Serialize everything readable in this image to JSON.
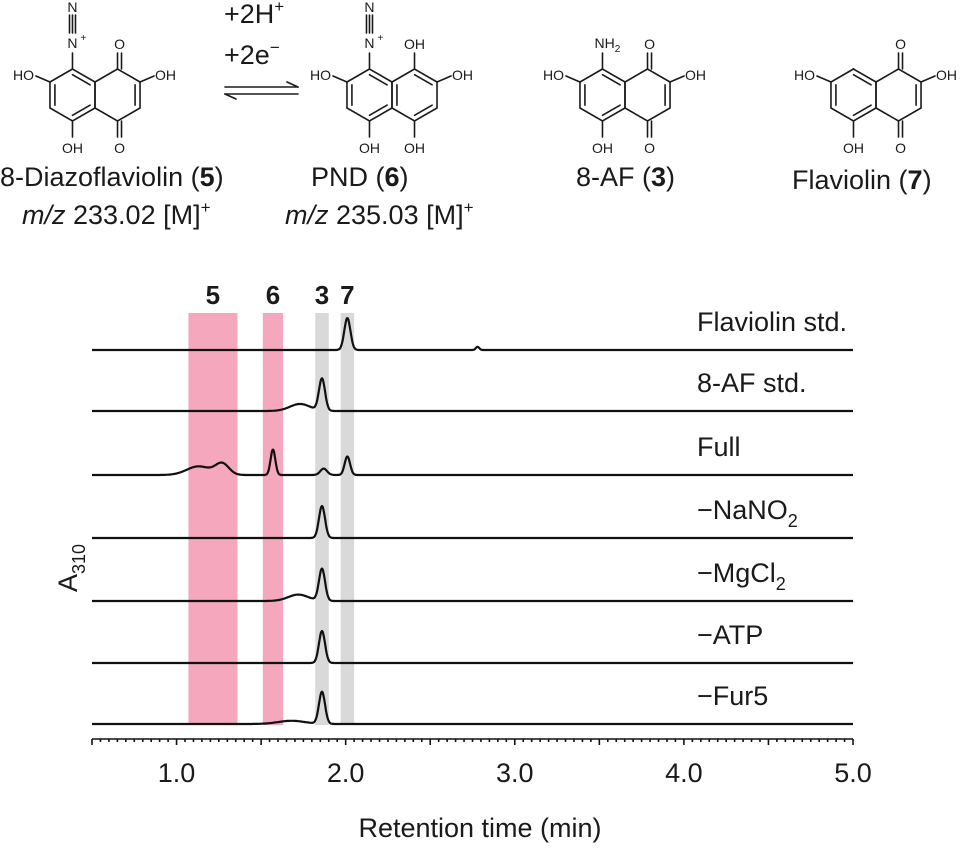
{
  "reaction": {
    "forward_line1": "+2H",
    "forward_line1_sup": "+",
    "forward_line2": "+2e",
    "forward_line2_sup": "−"
  },
  "compounds": [
    {
      "name": "8-Diazoflaviolin (",
      "num": "5",
      "close": ")",
      "mz_prefix": "m/z",
      "mz": " 233.02 [M]",
      "mz_sup": "+"
    },
    {
      "name": "PND (",
      "num": "6",
      "close": ")",
      "mz_prefix": "m/z",
      "mz": " 235.03 [M]",
      "mz_sup": "+"
    },
    {
      "name": "8-AF (",
      "num": "3",
      "close": ")"
    },
    {
      "name": "Flaviolin (",
      "num": "7",
      "close": ")"
    }
  ],
  "atoms": {
    "OH": "OH",
    "HO": "HO",
    "O": "O",
    "NH2": "NH",
    "NH2_sub": "2",
    "N": "N",
    "Nplus": "+"
  },
  "chart_data": {
    "type": "line",
    "title": "",
    "xlabel": "Retention time (min)",
    "ylabel": "A",
    "ylabel_sub": "310",
    "xlim": [
      0.5,
      5.0
    ],
    "xticks": [
      1.0,
      2.0,
      3.0,
      4.0,
      5.0
    ],
    "xtick_labels": [
      "1.0",
      "2.0",
      "3.0",
      "4.0",
      "5.0"
    ],
    "highlight_bands": [
      {
        "label": "5",
        "x0": 1.07,
        "x1": 1.36,
        "color": "#f5a8bd"
      },
      {
        "label": "6",
        "x0": 1.51,
        "x1": 1.63,
        "color": "#f5a8bd"
      },
      {
        "label": "3",
        "x0": 1.82,
        "x1": 1.9,
        "color": "#d9d9d9"
      },
      {
        "label": "7",
        "x0": 1.97,
        "x1": 2.05,
        "color": "#d9d9d9"
      }
    ],
    "peak_model": "each trace = baseline + Gaussian peaks; peak = [center_min, height_in_units, width_min]",
    "series": [
      {
        "name": "Flaviolin std.",
        "peaks": [
          [
            2.01,
            1.0,
            0.018
          ],
          [
            2.78,
            0.1,
            0.01
          ]
        ]
      },
      {
        "name": "8-AF std.",
        "peaks": [
          [
            1.86,
            1.0,
            0.018
          ],
          [
            1.73,
            0.22,
            0.06
          ]
        ]
      },
      {
        "name": "Full",
        "peaks": [
          [
            1.13,
            0.27,
            0.07
          ],
          [
            1.27,
            0.35,
            0.04
          ],
          [
            1.57,
            0.8,
            0.014
          ],
          [
            1.87,
            0.2,
            0.02
          ],
          [
            2.01,
            0.58,
            0.016
          ]
        ]
      },
      {
        "name": "−NaNO",
        "name_sub": "2",
        "peaks": [
          [
            1.86,
            1.0,
            0.018
          ]
        ]
      },
      {
        "name": "−MgCl",
        "name_sub": "2",
        "peaks": [
          [
            1.86,
            1.0,
            0.018
          ],
          [
            1.72,
            0.2,
            0.06
          ]
        ]
      },
      {
        "name": "−ATP",
        "peaks": [
          [
            1.86,
            1.0,
            0.018
          ]
        ]
      },
      {
        "name": "−Fur5",
        "peaks": [
          [
            1.86,
            1.0,
            0.018
          ],
          [
            1.68,
            0.1,
            0.08
          ]
        ]
      }
    ]
  }
}
